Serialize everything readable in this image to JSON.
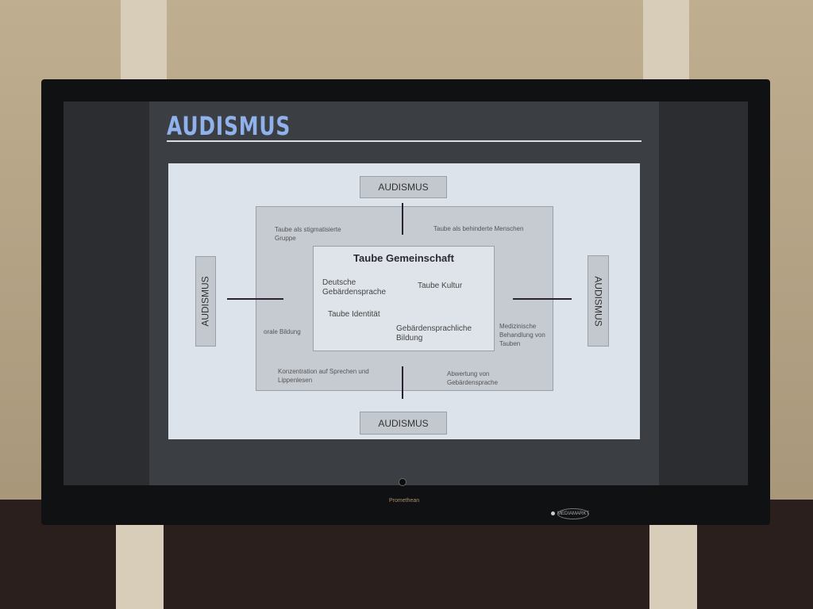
{
  "slide": {
    "title": "AUDISMUS",
    "boxes": {
      "top": "AUDISMUS",
      "bottom": "AUDISMUS",
      "left": "AUDISMUS",
      "right": "AUDISMUS"
    },
    "center": {
      "title": "Taube Gemeinschaft",
      "items": [
        "Deutsche Gebärdensprache",
        "Taube Kultur",
        "Taube Identität",
        "Gebärdensprachliche Bildung"
      ]
    },
    "outer_labels": [
      "Taube als stigmatisierte Gruppe",
      "Taube als behinderte Menschen",
      "orale Bildung",
      "Medizinische Behandlung von Tauben",
      "Konzentration auf Sprechen und Lippenlesen",
      "Abwertung von Gebärdensprache"
    ]
  },
  "monitor": {
    "brand": "Promethean",
    "logo": "MEDIAMARKT"
  }
}
